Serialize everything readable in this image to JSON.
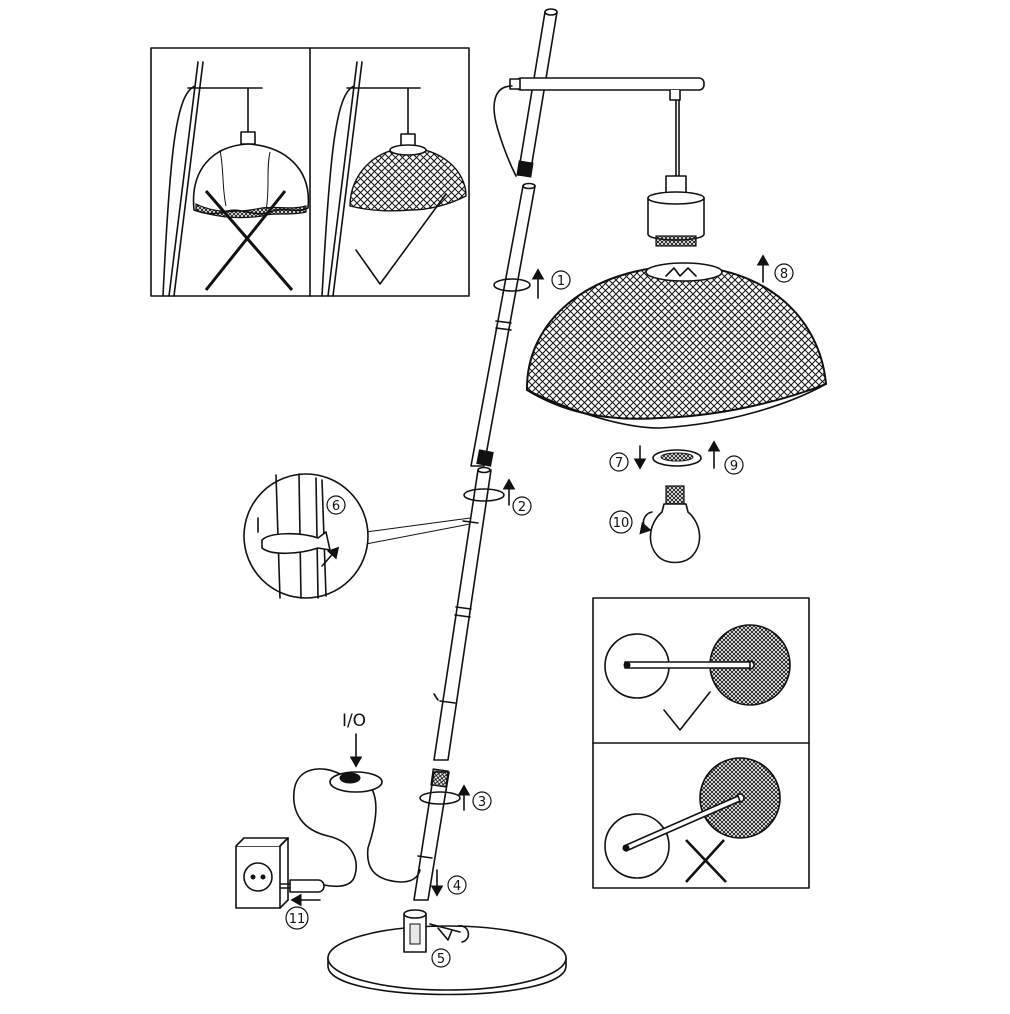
{
  "diagram": {
    "switch_label": "I/O",
    "steps": [
      "1",
      "2",
      "3",
      "4",
      "5",
      "6",
      "7",
      "8",
      "9",
      "10",
      "11"
    ]
  }
}
